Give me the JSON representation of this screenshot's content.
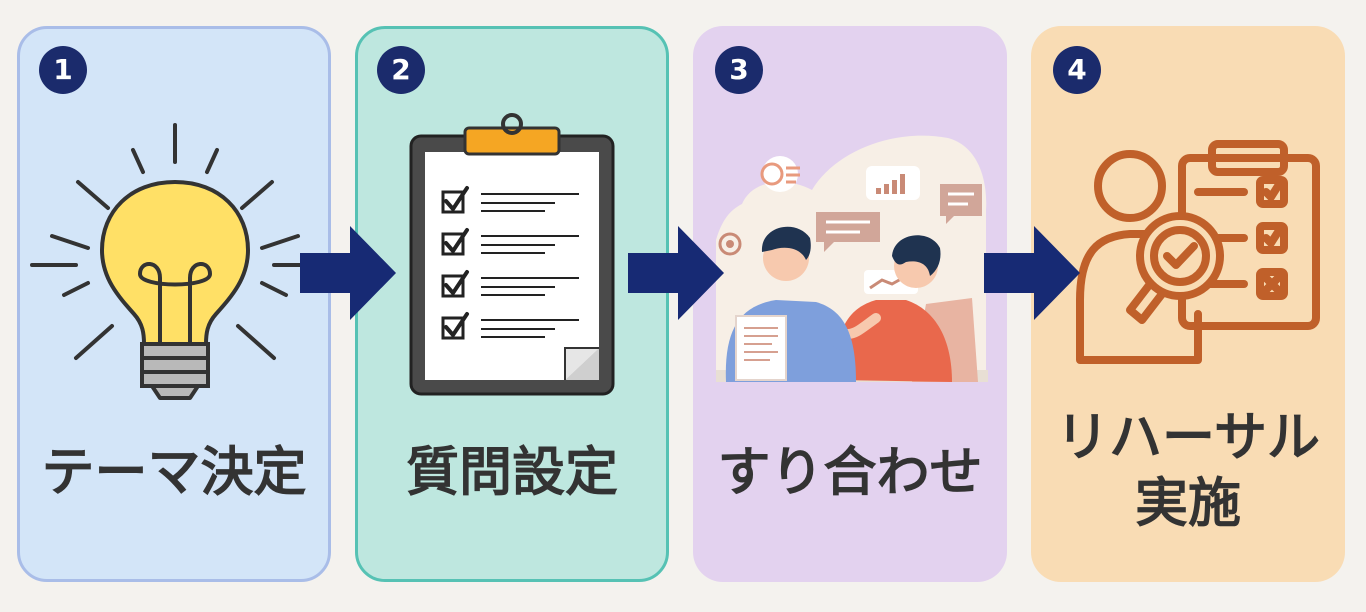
{
  "steps": [
    {
      "number": "1",
      "label_lines": [
        "テーマ決定"
      ],
      "icon": "lightbulb-icon",
      "background": "#d3e5f8",
      "border": "#a9bde8"
    },
    {
      "number": "2",
      "label_lines": [
        "質問設定"
      ],
      "icon": "clipboard-checklist-icon",
      "background": "#bee7df",
      "border": "#56c2b4"
    },
    {
      "number": "3",
      "label_lines": [
        "すり合わせ"
      ],
      "icon": "meeting-discussion-icon",
      "background": "#e3d2ef",
      "border": null
    },
    {
      "number": "4",
      "label_lines": [
        "リハーサル",
        "実施"
      ],
      "icon": "person-checklist-magnifier-icon",
      "background": "#f9dcb4",
      "border": null
    }
  ],
  "arrow_icon": "right-arrow-icon",
  "colors": {
    "page_background": "#f4f2ee",
    "badge": "#1b2b6c",
    "arrow": "#172a74",
    "text": "#333333",
    "icon_outline": "#c0602a"
  }
}
